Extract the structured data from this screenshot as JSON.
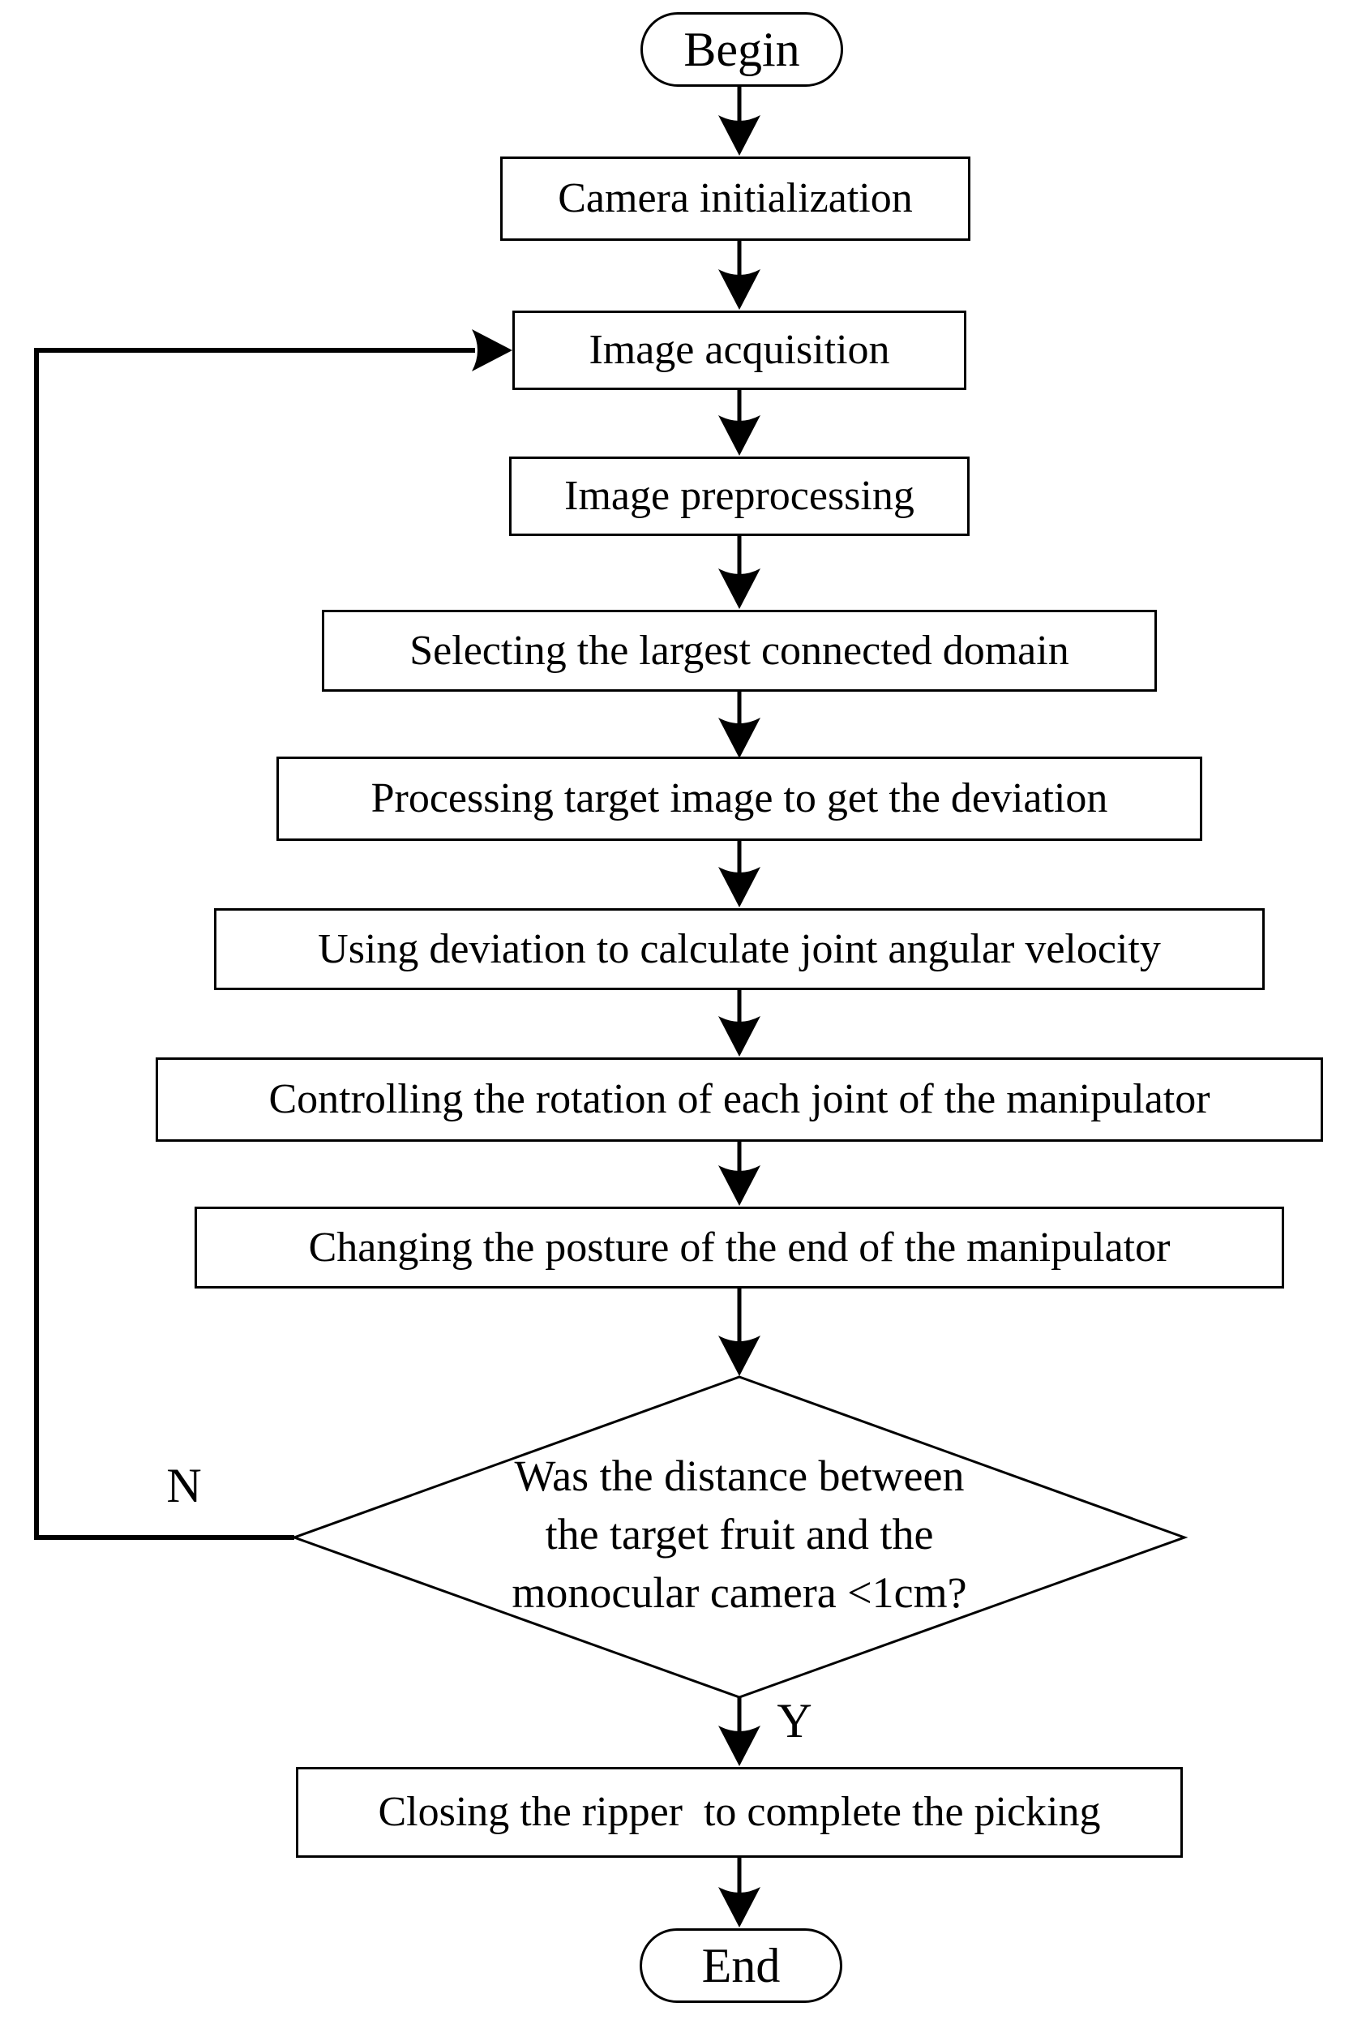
{
  "flowchart": {
    "background": "#ffffff",
    "line_color": "#000000",
    "nodes": {
      "begin": {
        "shape": "stadium",
        "label": "Begin"
      },
      "camera_initialization": {
        "shape": "process",
        "label": "Camera initialization"
      },
      "image_acquisition": {
        "shape": "process",
        "label": "Image acquisition"
      },
      "image_preprocessing": {
        "shape": "process",
        "label": "Image preprocessing"
      },
      "selecting_largest_connected_domain": {
        "shape": "process",
        "label": "Selecting the largest connected domain"
      },
      "processing_target_image": {
        "shape": "process",
        "label": "Processing target image to get the deviation"
      },
      "using_deviation": {
        "shape": "process",
        "label": "Using deviation to calculate joint angular velocity"
      },
      "controlling_rotation": {
        "shape": "process",
        "label": "Controlling the rotation of each joint of the manipulator"
      },
      "changing_posture": {
        "shape": "process",
        "label": "Changing the posture of the end of the manipulator"
      },
      "distance_decision": {
        "shape": "decision",
        "label": "Was the distance between\nthe target fruit and the\nmonocular camera <1cm?"
      },
      "closing_ripper": {
        "shape": "process",
        "label": "Closing the ripper  to complete the picking"
      },
      "end": {
        "shape": "stadium",
        "label": "End"
      }
    },
    "branch_labels": {
      "no": "N",
      "yes": "Y"
    },
    "edges": [
      {
        "from": "begin",
        "to": "camera_initialization"
      },
      {
        "from": "camera_initialization",
        "to": "image_acquisition"
      },
      {
        "from": "image_acquisition",
        "to": "image_preprocessing"
      },
      {
        "from": "image_preprocessing",
        "to": "selecting_largest_connected_domain"
      },
      {
        "from": "selecting_largest_connected_domain",
        "to": "processing_target_image"
      },
      {
        "from": "processing_target_image",
        "to": "using_deviation"
      },
      {
        "from": "using_deviation",
        "to": "controlling_rotation"
      },
      {
        "from": "controlling_rotation",
        "to": "changing_posture"
      },
      {
        "from": "changing_posture",
        "to": "distance_decision"
      },
      {
        "from": "distance_decision",
        "to": "closing_ripper",
        "label": "Y"
      },
      {
        "from": "distance_decision",
        "to": "image_acquisition",
        "label": "N"
      },
      {
        "from": "closing_ripper",
        "to": "end"
      }
    ]
  }
}
